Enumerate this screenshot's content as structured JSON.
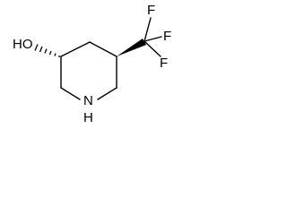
{
  "structure": {
    "atoms": {
      "hydroxyl": "HO",
      "nitrogen": "N",
      "hydrogen_on_n": "H",
      "fluorine_1": "F",
      "fluorine_2": "F",
      "fluorine_3": "F"
    },
    "stereo": {
      "c3": "hashed-wedge",
      "c5": "bold-wedge"
    },
    "bond_color": "#000000"
  }
}
